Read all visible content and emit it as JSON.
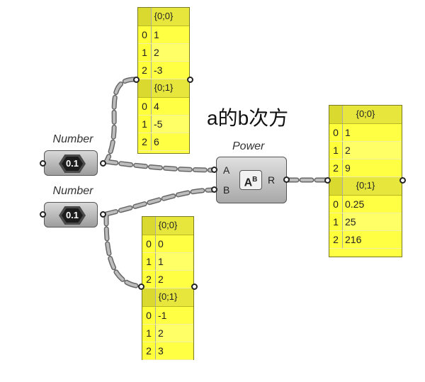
{
  "annotation": "a的b次方",
  "number_a": {
    "title": "Number",
    "value": "0.1"
  },
  "number_b": {
    "title": "Number",
    "value": "0.1"
  },
  "power": {
    "title": "Power",
    "in_a": "A",
    "in_b": "B",
    "out": "R",
    "icon_base": "A",
    "icon_exp": "B"
  },
  "panel_a": {
    "branches": [
      {
        "path": "{0;0}",
        "rows": [
          {
            "i": "0",
            "v": "1"
          },
          {
            "i": "1",
            "v": "2"
          },
          {
            "i": "2",
            "v": "-3"
          }
        ]
      },
      {
        "path": "{0;1}",
        "rows": [
          {
            "i": "0",
            "v": "4"
          },
          {
            "i": "1",
            "v": "-5"
          },
          {
            "i": "2",
            "v": "6"
          }
        ]
      }
    ]
  },
  "panel_b": {
    "branches": [
      {
        "path": "{0;0}",
        "rows": [
          {
            "i": "0",
            "v": "0"
          },
          {
            "i": "1",
            "v": "1"
          },
          {
            "i": "2",
            "v": "2"
          }
        ]
      },
      {
        "path": "{0;1}",
        "rows": [
          {
            "i": "0",
            "v": "-1"
          },
          {
            "i": "1",
            "v": "2"
          },
          {
            "i": "2",
            "v": "3"
          }
        ]
      }
    ]
  },
  "panel_r": {
    "branches": [
      {
        "path": "{0;0}",
        "rows": [
          {
            "i": "0",
            "v": "1"
          },
          {
            "i": "1",
            "v": "2"
          },
          {
            "i": "2",
            "v": "9"
          }
        ]
      },
      {
        "path": "{0;1}",
        "rows": [
          {
            "i": "0",
            "v": "0.25"
          },
          {
            "i": "1",
            "v": "25"
          },
          {
            "i": "2",
            "v": "216"
          }
        ]
      }
    ]
  },
  "colors": {
    "panel": "#ffff44",
    "wire": "#9a9a9a"
  }
}
